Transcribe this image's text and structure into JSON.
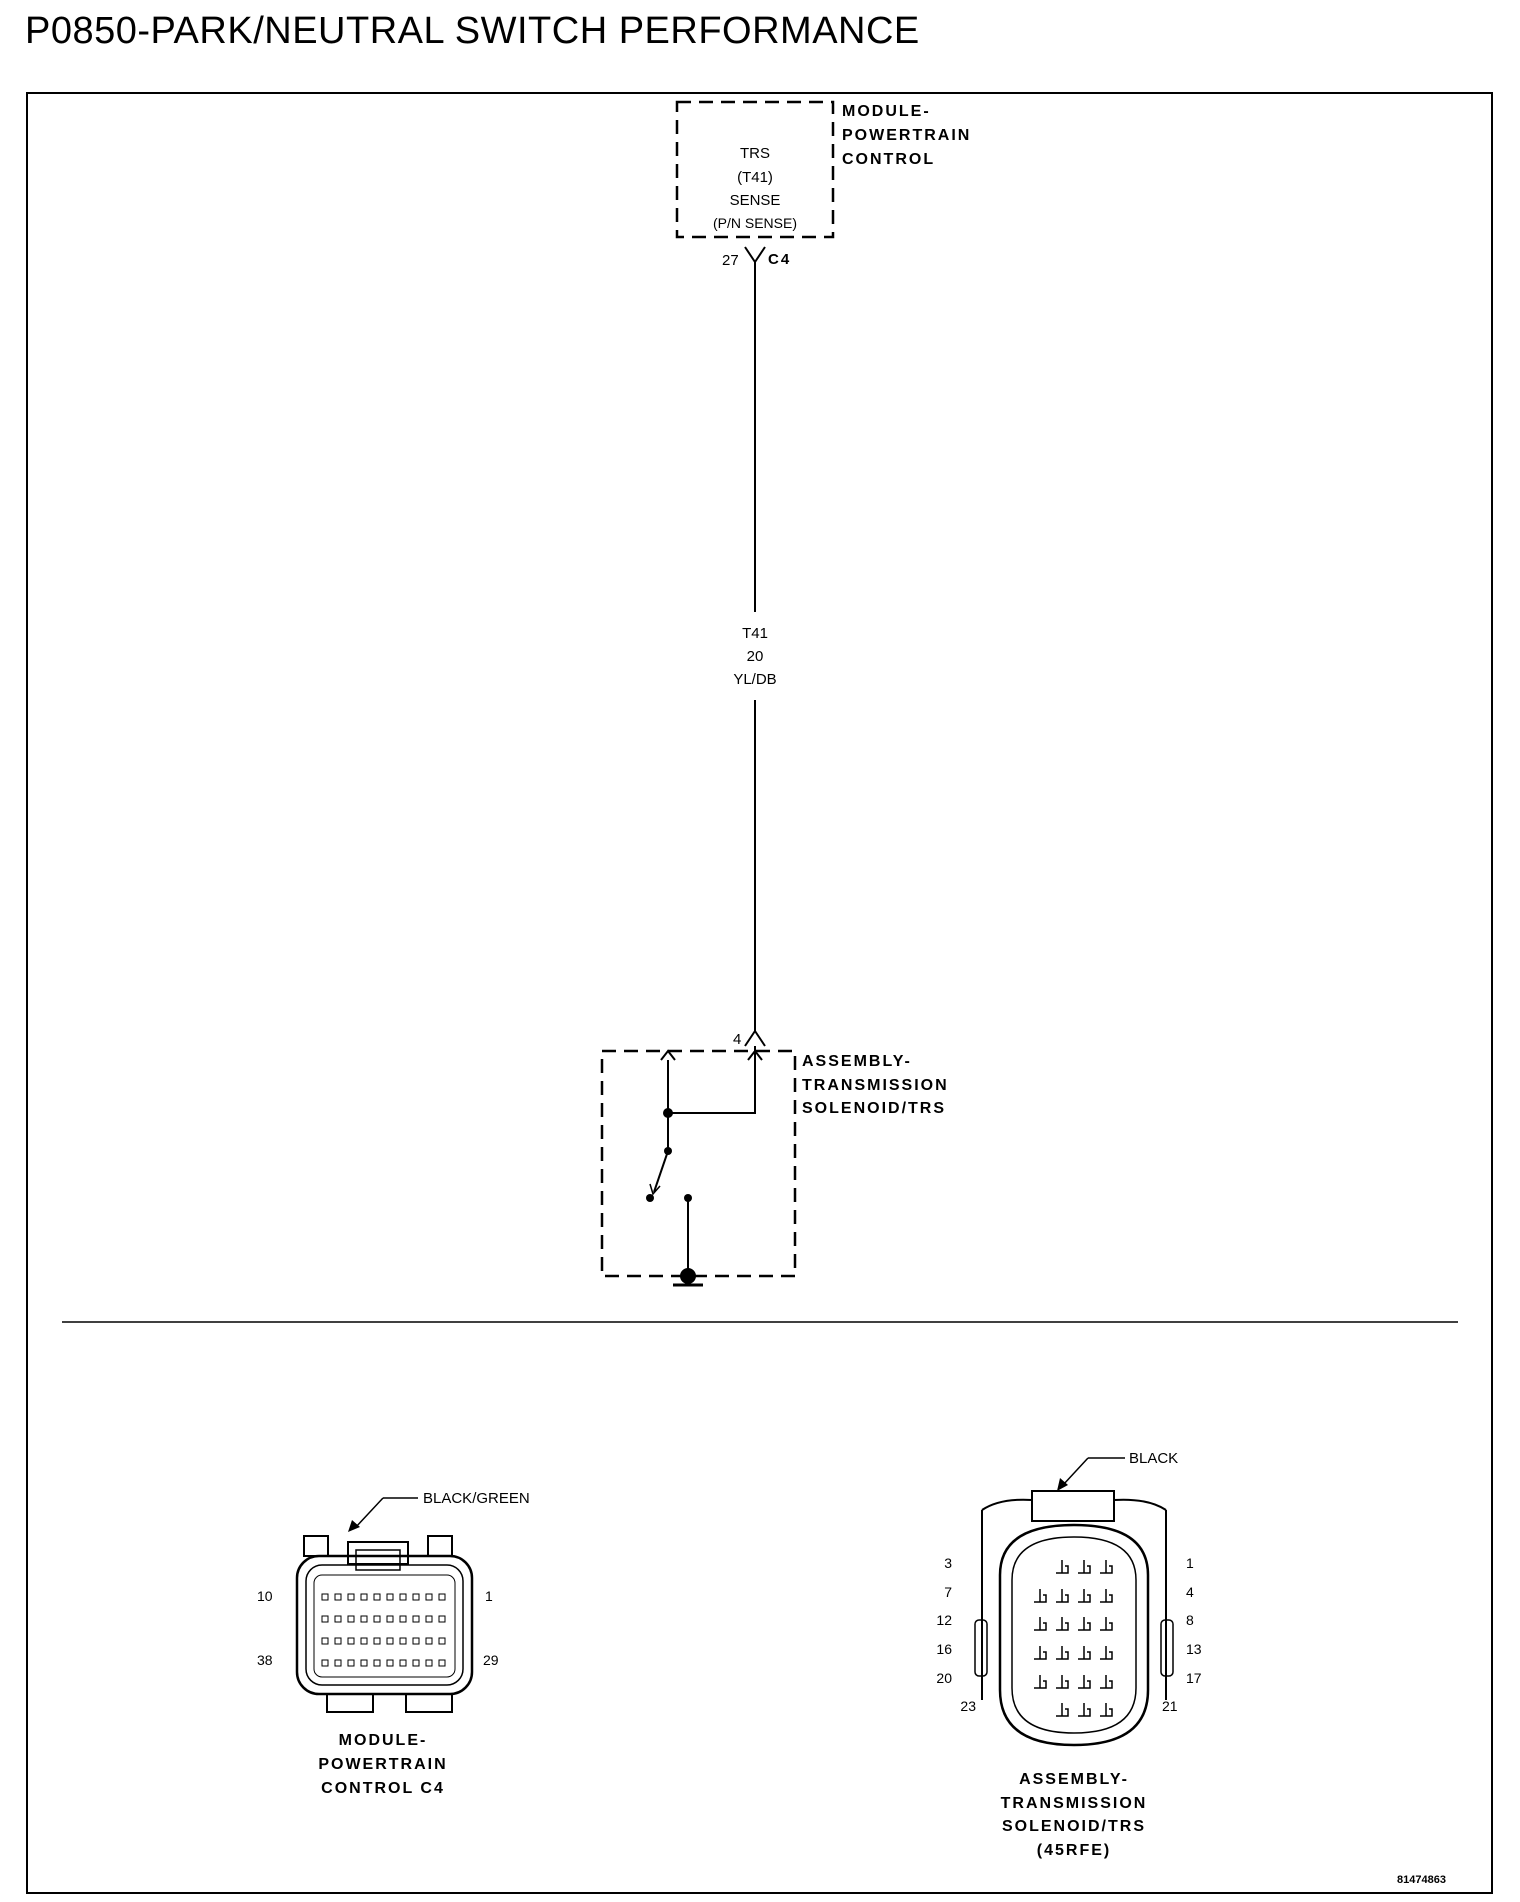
{
  "title": "P0850-PARK/NEUTRAL SWITCH PERFORMANCE",
  "pcm": {
    "name_lines": [
      "MODULE-",
      "POWERTRAIN",
      "CONTROL"
    ],
    "circuit_lines": [
      "TRS",
      "(T41)",
      "SENSE",
      "(P/N SENSE)"
    ],
    "pin": "27",
    "connector": "C4"
  },
  "wire": {
    "circuit": "T41",
    "gauge": "20",
    "color": "YL/DB"
  },
  "trs": {
    "name_lines": [
      "ASSEMBLY-",
      "TRANSMISSION",
      "SOLENOID/TRS"
    ],
    "pin": "4"
  },
  "pcm_connector": {
    "color_label": "BLACK/GREEN",
    "pin_labels": {
      "top_left": "10",
      "top_right": "1",
      "bottom_left": "38",
      "bottom_right": "29"
    },
    "caption_lines": [
      "MODULE-",
      "POWERTRAIN",
      "CONTROL C4"
    ]
  },
  "trs_connector": {
    "color_label": "BLACK",
    "left_pins": [
      "3",
      "7",
      "12",
      "16",
      "20",
      "23"
    ],
    "right_pins": [
      "1",
      "4",
      "8",
      "13",
      "17",
      "21"
    ],
    "caption_lines": [
      "ASSEMBLY-",
      "TRANSMISSION",
      "SOLENOID/TRS",
      "(45RFE)"
    ]
  },
  "figure_id": "81474863"
}
